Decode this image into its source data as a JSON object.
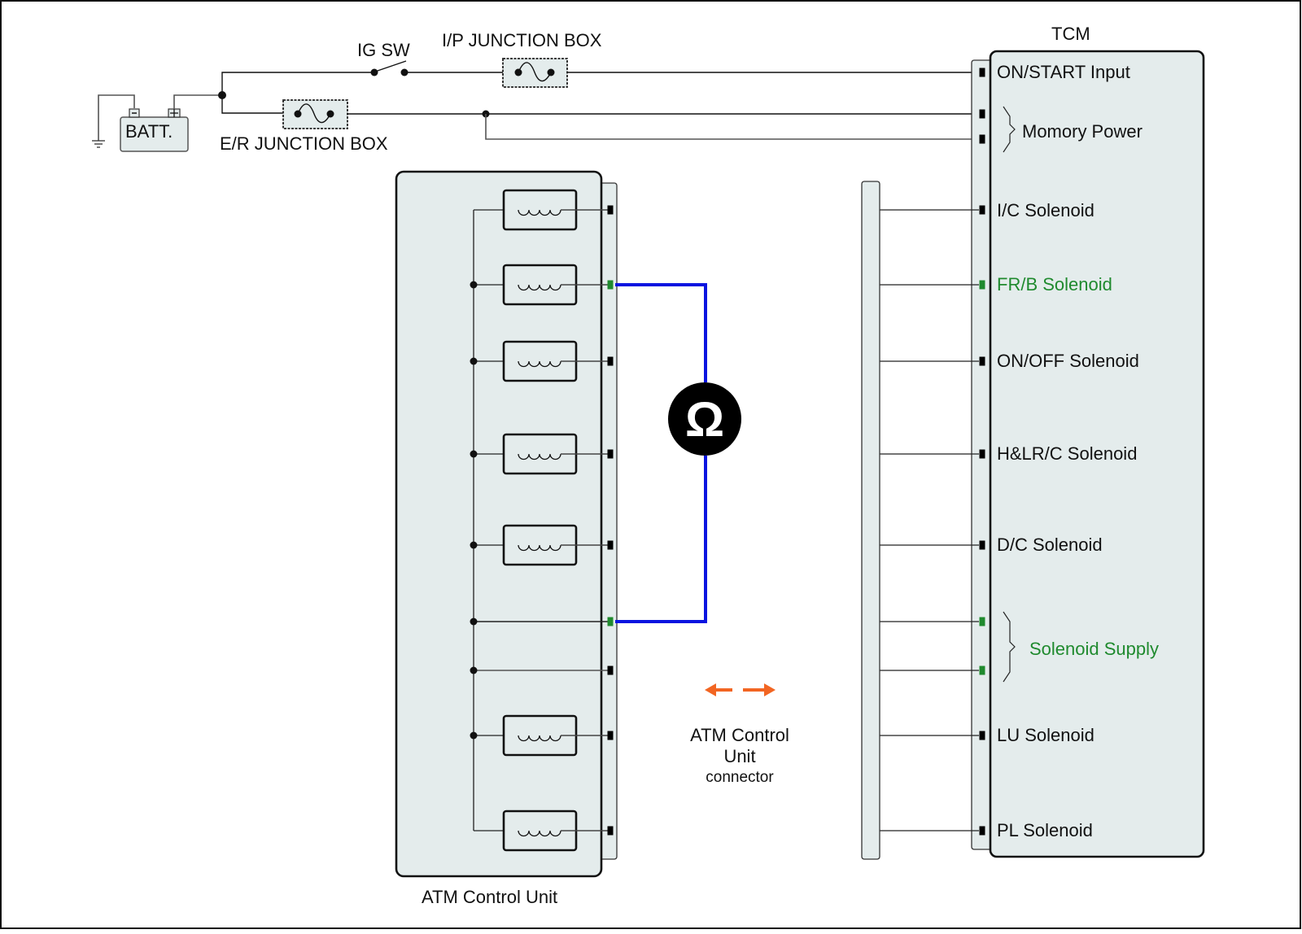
{
  "diagram": {
    "title": "ATM solenoid circuit inspection",
    "colors": {
      "box_fill": "#e4ecec",
      "highlight_green": "#1f8a2e",
      "probe_blue": "#0a14e0",
      "arrow_orange": "#f26522",
      "ohm_meter": "#000000"
    },
    "power": {
      "battery_label": "BATT.",
      "ig_switch_label": "IG SW",
      "ip_junction_label": "I/P JUNCTION BOX",
      "er_junction_label": "E/R JUNCTION BOX"
    },
    "tcm": {
      "title": "TCM",
      "pins": [
        {
          "label": "ON/START Input",
          "highlight": false
        },
        {
          "label": "Momory Power",
          "highlight": false
        },
        {
          "label": "I/C Solenoid",
          "highlight": false
        },
        {
          "label": "FR/B Solenoid",
          "highlight": true
        },
        {
          "label": "ON/OFF Solenoid",
          "highlight": false
        },
        {
          "label": "H&LR/C Solenoid",
          "highlight": false
        },
        {
          "label": "D/C Solenoid",
          "highlight": false
        },
        {
          "label": "Solenoid Supply",
          "highlight": true
        },
        {
          "label": "LU Solenoid",
          "highlight": false
        },
        {
          "label": "PL Solenoid",
          "highlight": false
        }
      ]
    },
    "atm_control_unit": {
      "label": "ATM Control Unit",
      "connector_label_line1": "ATM Control",
      "connector_label_line2": "Unit",
      "connector_label_line3": "connector"
    },
    "meter": {
      "symbol": "Ω",
      "icon": "ohm-meter-icon",
      "probes": [
        "FR/B Solenoid",
        "Solenoid Supply"
      ]
    }
  }
}
